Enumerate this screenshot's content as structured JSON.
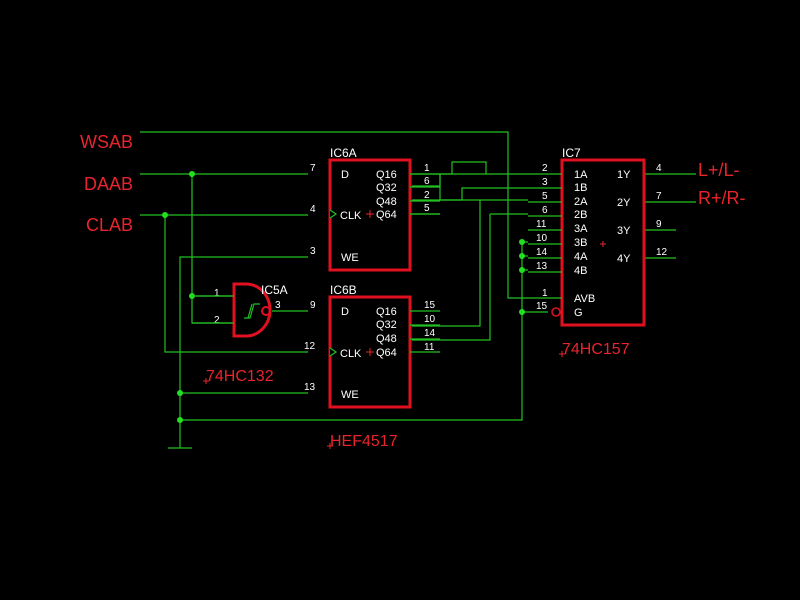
{
  "nets": {
    "wsab": "WSAB",
    "daab": "DAAB",
    "clab": "CLAB",
    "lr_left": "L+/L-",
    "lr_right": "R+/R-"
  },
  "ic6a": {
    "ref": "IC6A",
    "pin_d": "D",
    "pin_clk": "CLK",
    "pin_we": "WE",
    "pin_q16": "Q16",
    "pin_q32": "Q32",
    "pin_q48": "Q48",
    "pin_q64": "Q64",
    "n_d": "7",
    "n_clk": "4",
    "n_we": "3",
    "n_q16": "1",
    "n_q32": "6",
    "n_q48": "2",
    "n_q64": "5"
  },
  "ic6b": {
    "ref": "IC6B",
    "pin_d": "D",
    "pin_clk": "CLK",
    "pin_we": "WE",
    "pin_q16": "Q16",
    "pin_q32": "Q32",
    "pin_q48": "Q48",
    "pin_q64": "Q64",
    "n_d": "9",
    "n_clk": "12",
    "n_we": "13",
    "n_q16": "15",
    "n_q32": "10",
    "n_q48": "14",
    "n_q64": "11"
  },
  "ic6_part": "HEF4517",
  "ic5a": {
    "ref": "IC5A",
    "n_in1": "1",
    "n_in2": "2",
    "n_out": "3",
    "part": "74HC132"
  },
  "ic7": {
    "ref": "IC7",
    "part": "74HC157",
    "left_pins": [
      "1A",
      "1B",
      "2A",
      "2B",
      "3A",
      "3B",
      "4A",
      "4B"
    ],
    "left_nums": [
      "2",
      "3",
      "5",
      "6",
      "11",
      "10",
      "14",
      "13"
    ],
    "pin_avb": "AVB",
    "pin_g": "G",
    "n_avb": "1",
    "n_g": "15",
    "right_pins": [
      "1Y",
      "2Y",
      "3Y",
      "4Y"
    ],
    "right_nums": [
      "4",
      "7",
      "9",
      "12"
    ]
  }
}
